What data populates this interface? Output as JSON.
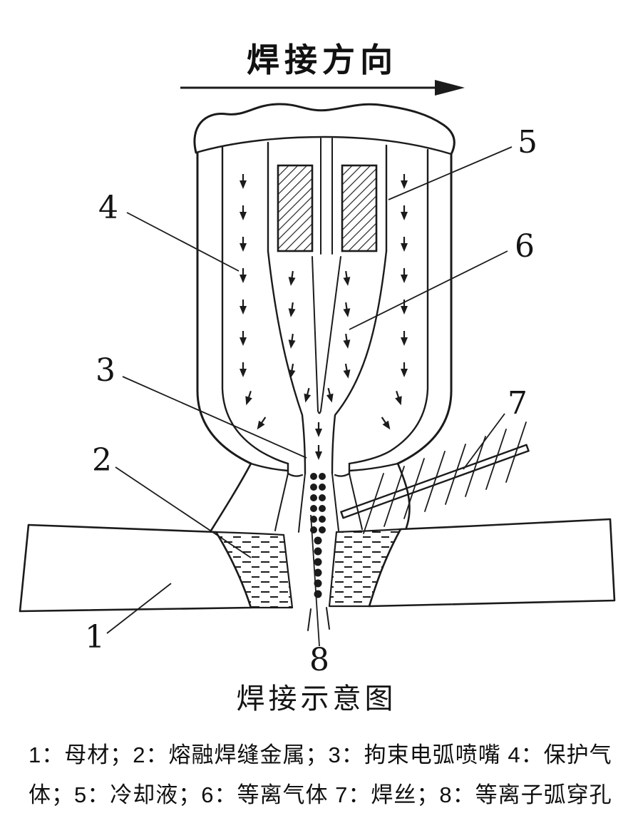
{
  "diagram": {
    "direction_label": "焊接方向",
    "caption": "焊接示意图",
    "part_labels": {
      "p1": "1",
      "p2": "2",
      "p3": "3",
      "p4": "4",
      "p5": "5",
      "p6": "6",
      "p7": "7",
      "p8": "8"
    },
    "legend_line1": "1：母材；2：熔融焊缝金属；3：拘束电弧喷嘴 4：保护气",
    "legend_line2": "体；5：冷却液；6：等离气体 7：焊丝；8：等离子弧穿孔",
    "ink_color": "#1b1b1b",
    "background": "#ffffff",
    "parts_legend": [
      {
        "num": "1",
        "name": "母材"
      },
      {
        "num": "2",
        "name": "熔融焊缝金属"
      },
      {
        "num": "3",
        "name": "拘束电弧喷嘴"
      },
      {
        "num": "4",
        "name": "保护气体"
      },
      {
        "num": "5",
        "name": "冷却液"
      },
      {
        "num": "6",
        "name": "等离气体"
      },
      {
        "num": "7",
        "name": "焊丝"
      },
      {
        "num": "8",
        "name": "等离子弧穿孔"
      }
    ]
  }
}
